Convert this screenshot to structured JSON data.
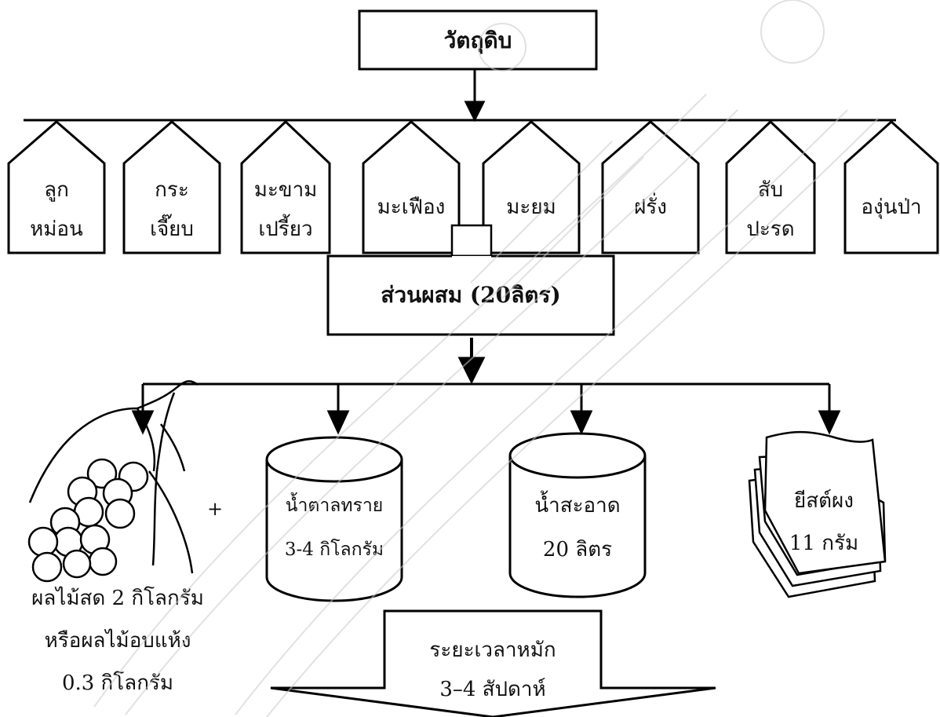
{
  "title": "วัตถุดิบ",
  "fruits": [
    {
      "line1": "ลูก",
      "line2": "หม่อน"
    },
    {
      "line1": "กระ",
      "line2": "เจี๊ยบ"
    },
    {
      "line1": "มะขาม",
      "line2": "เปรี้ยว"
    },
    {
      "line1": "มะเฟือง",
      "line2": ""
    },
    {
      "line1": "มะยม",
      "line2": ""
    },
    {
      "line1": "ฝรั่ง",
      "line2": ""
    },
    {
      "line1": "สับ",
      "line2": "ปะรด"
    },
    {
      "line1": "องุ่นป่า",
      "line2": ""
    }
  ],
  "mix": "ส่วนผสม (20ลิตร)",
  "ingredients": {
    "fresh_fruit": {
      "line1": "ผลไม้สด 2 กิโลกรัม",
      "line2": "หรือผลไม้อบแห้ง",
      "line3": "0.3 กิโลกรัม"
    },
    "plus": "+",
    "sugar": {
      "line1": "น้ำตาลทราย",
      "line2": "3-4 กิโลกรัม"
    },
    "water": {
      "line1": "น้ำสะอาด",
      "line2": "20 ลิตร"
    },
    "yeast": {
      "line1": "ยีสต์ผง",
      "line2": "11 กรัม"
    }
  },
  "fermentation": {
    "line1": "ระยะเวลาหมัก",
    "line2": "3–4 สัปดาห์"
  },
  "colors": {
    "line": "#000000",
    "watermark": "#c9c9c9"
  }
}
